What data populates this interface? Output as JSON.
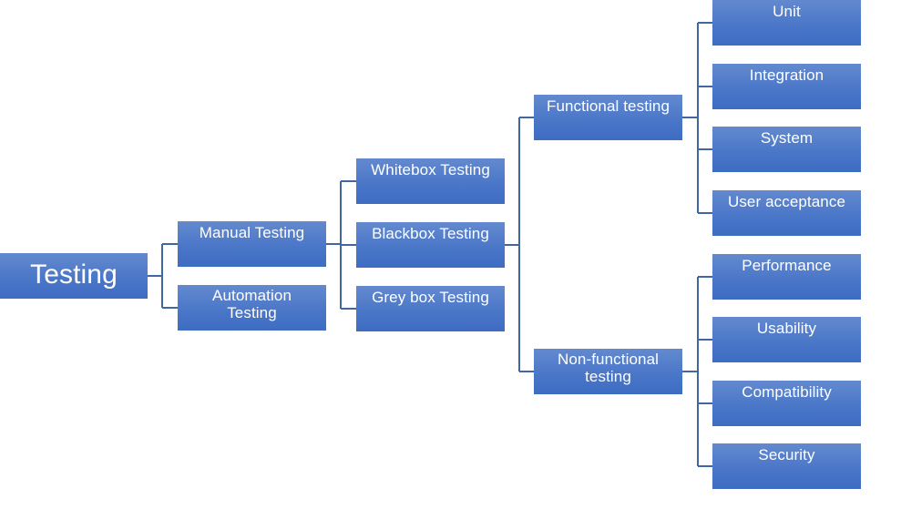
{
  "diagram": {
    "title": "Testing",
    "type": "hierarchy-tree",
    "orientation": "left-to-right",
    "colors": {
      "node_fill_top": "#6389ce",
      "node_fill_bottom": "#3d6cc2",
      "node_text": "#ffffff",
      "connector": "#40679f",
      "background": "#ffffff"
    },
    "root": {
      "label": "Testing"
    },
    "level2": [
      {
        "label": "Manual Testing"
      },
      {
        "label": "Automation\nTesting"
      }
    ],
    "level3": [
      {
        "label": "Whitebox Testing"
      },
      {
        "label": "Blackbox Testing"
      },
      {
        "label": "Grey box Testing"
      }
    ],
    "level4": [
      {
        "label": "Functional testing"
      },
      {
        "label": "Non-functional\ntesting"
      }
    ],
    "functional_children": [
      {
        "label": "Unit"
      },
      {
        "label": "Integration"
      },
      {
        "label": "System"
      },
      {
        "label": "User acceptance"
      }
    ],
    "nonfunctional_children": [
      {
        "label": "Performance"
      },
      {
        "label": "Usability"
      },
      {
        "label": "Compatibility"
      },
      {
        "label": "Security"
      }
    ]
  }
}
